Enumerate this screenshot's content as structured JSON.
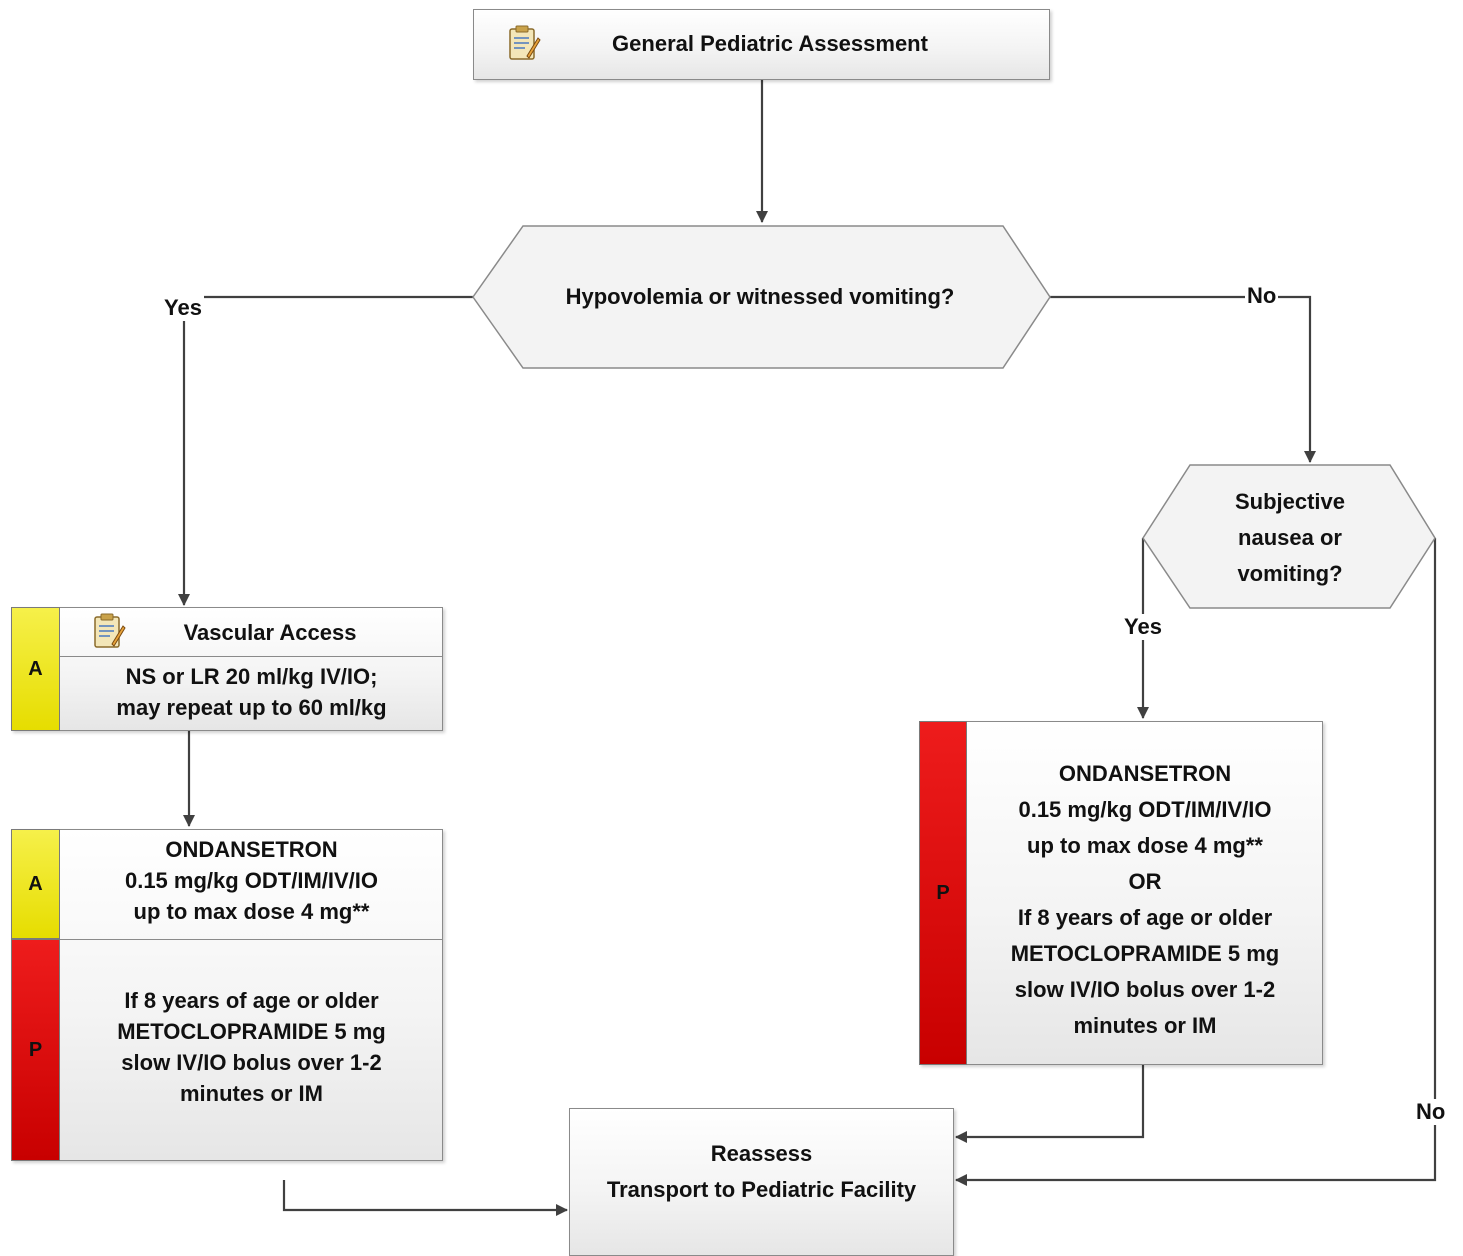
{
  "start": {
    "title": "General Pediatric Assessment"
  },
  "decision1": {
    "text": "Hypovolemia or witnessed vomiting?",
    "yes": "Yes",
    "no": "No"
  },
  "decision2": {
    "lines": [
      "Subjective",
      "nausea or",
      "vomiting?"
    ],
    "yes": "Yes",
    "no": "No"
  },
  "vascular": {
    "tag": "A",
    "title": "Vascular Access",
    "lines": [
      "NS or LR 20 ml/kg IV/IO;",
      "may repeat up to 60 ml/kg"
    ]
  },
  "left_meds": {
    "tag_a": "A",
    "tag_p": "P",
    "a_lines": [
      "ONDANSETRON",
      "0.15 mg/kg ODT/IM/IV/IO",
      "up to max dose 4 mg**"
    ],
    "p_lines": [
      "If 8 years of age or older",
      "METOCLOPRAMIDE 5 mg",
      "slow IV/IO bolus over 1-2",
      "minutes or IM"
    ]
  },
  "right_meds": {
    "tag_p": "P",
    "lines": [
      "ONDANSETRON",
      "0.15 mg/kg ODT/IM/IV/IO",
      "up to max dose 4 mg**",
      "OR",
      "If 8 years of age or older",
      "METOCLOPRAMIDE 5 mg",
      "slow IV/IO bolus over 1-2",
      "minutes or IM"
    ]
  },
  "end": {
    "lines": [
      "Reassess",
      "Transport to Pediatric Facility"
    ]
  },
  "colors": {
    "tag_a": "#e6dd00",
    "tag_p": "#d00000",
    "line": "#404040"
  }
}
